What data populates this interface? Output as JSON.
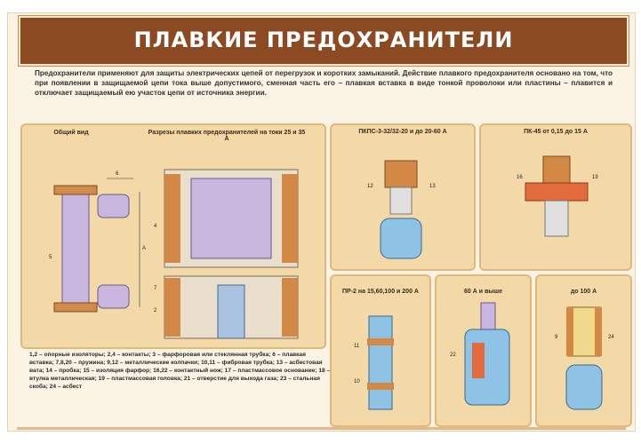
{
  "title": "ПЛАВКИЕ ПРЕДОХРАНИТЕЛИ",
  "intro": "Предохранители применяют для защиты электрических цепей от перегрузок и коротких замыканий. Действие плавкого предохранителя основано на том, что при появлении в защищаемой цепи тока выше допустимого, сменная часть его – плавкая вставка в виде тонкой проволоки или пластины – плавится и отключает защищаемый ею участок цепи от источника энергии.",
  "panels": {
    "general": {
      "title_left": "Общий вид",
      "title_right": "Разрезы плавких предохранителей на токи 25 и 35 А"
    },
    "ppts": {
      "title": "ПКПС-3-32/32-20 и до 20-60 А"
    },
    "pk45": {
      "title": "ПК-45 от 0,15 до 15 А"
    },
    "pr2": {
      "title": "ПР-2 на 15,60,100 и 200 А"
    },
    "a60": {
      "title": "60 А и выше"
    },
    "a100": {
      "title": "до 100 А"
    }
  },
  "caption": "1,2 – опорные изоляторы; 2,4 – контакты; 3 – фарфоровая или стеклянная трубка; 6 – плавкая вставка; 7,8,20 – пружина; 9,12 – металлические колпачки; 10,11 – фибровая трубка; 13 – асбестовая вата; 14 – пробка; 15 – изоляция фарфор; 16,22 – контактный нож; 17 – пластмассовое основание; 18 – втулка металлическая; 19 – пластмассовая головка; 21 – отверстие для выхода газа; 23 – стальная скоба; 24 – асбест"
}
